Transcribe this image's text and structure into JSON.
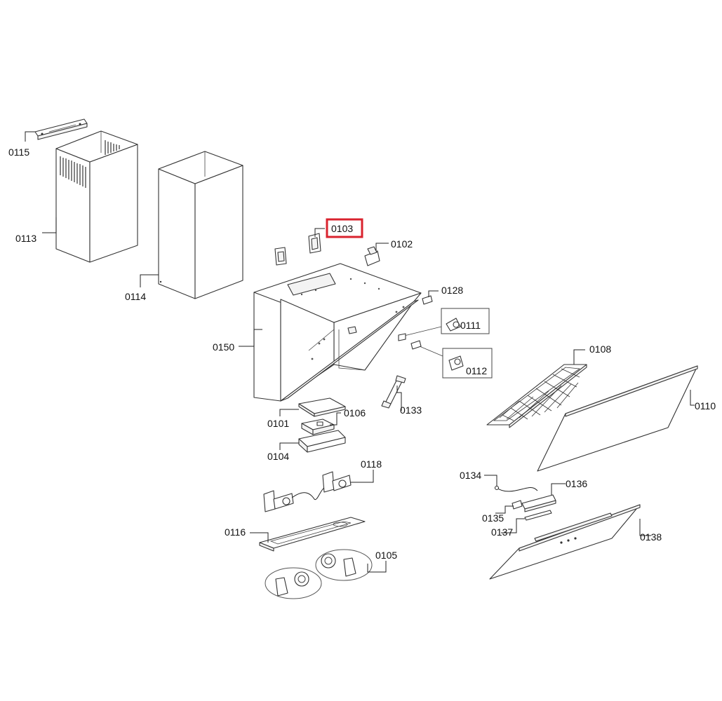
{
  "highlight_color": "#d9232e",
  "highlighted_part": "0103",
  "labels": {
    "p0115": "0115",
    "p0113": "0113",
    "p0114": "0114",
    "p0103": "0103",
    "p0102": "0102",
    "p0128": "0128",
    "p0111": "0111",
    "p0112": "0112",
    "p0150": "0150",
    "p0108": "0108",
    "p0110": "0110",
    "p0101": "0101",
    "p0106": "0106",
    "p0133": "0133",
    "p0104": "0104",
    "p0118": "0118",
    "p0134": "0134",
    "p0136": "0136",
    "p0135": "0135",
    "p0137": "0137",
    "p0116": "0116",
    "p0138": "0138",
    "p0105": "0105"
  }
}
